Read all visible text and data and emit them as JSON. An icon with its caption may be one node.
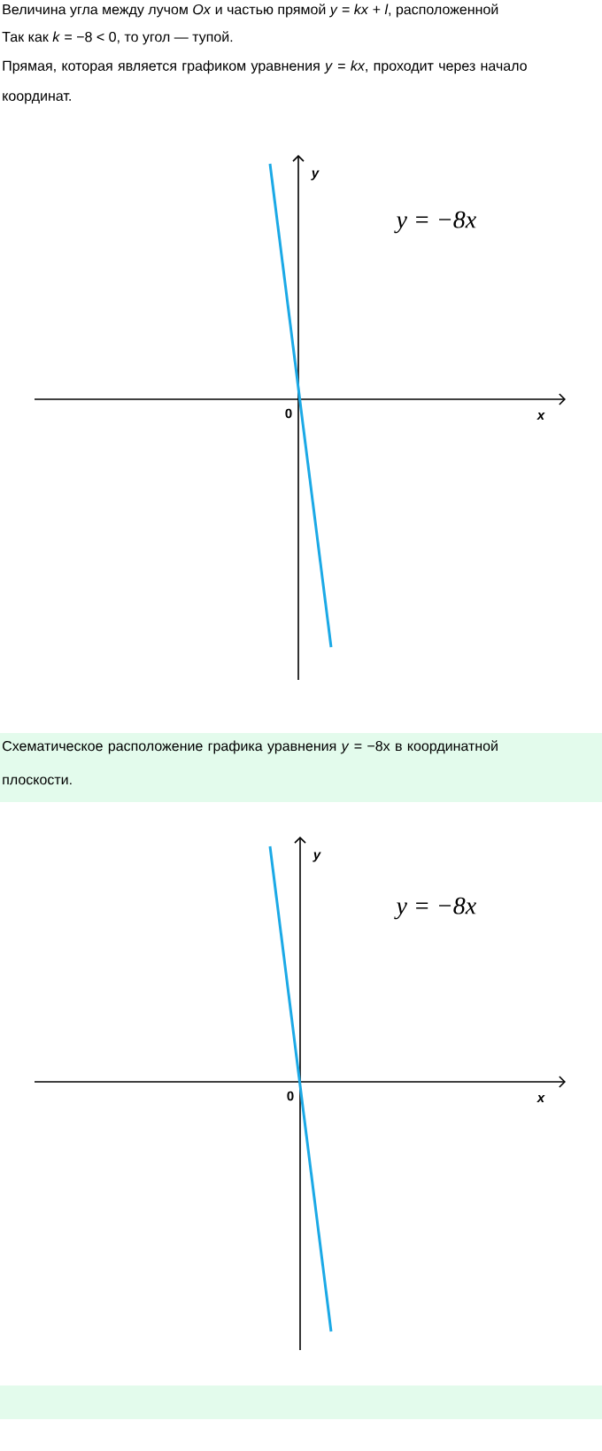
{
  "diagram": {
    "labels": [
      "Величина угла между лучом *Ox* и частью прямой *y* = *kx* + *l*, расположенной",
      "Так как *k* = −8 < 0, то угол — тупой.",
      "Прямая, которая является графиком уравнения *y* = *kx*, проходит через начало координат.",
      "y",
      "y = −8x",
      "0",
      "x",
      "Схематическое расположение графика уравнения *y* = −8x в координатной плоскости.",
      "y",
      "y = −8x",
      "0",
      "x"
    ]
  }
}
